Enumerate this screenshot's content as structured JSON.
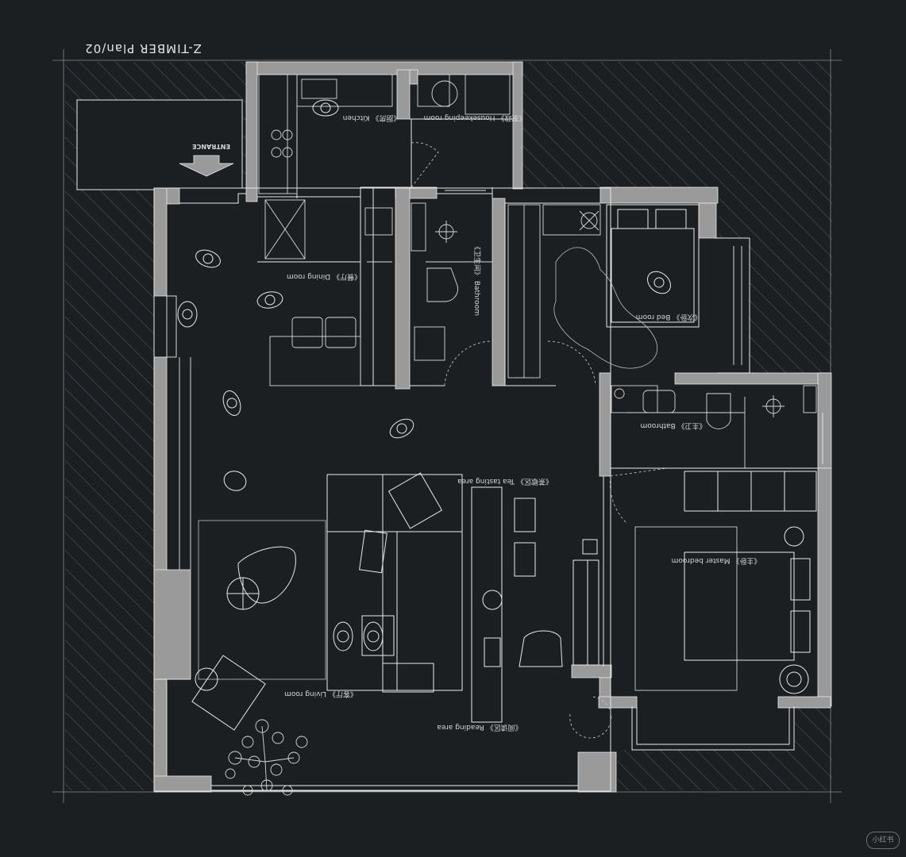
{
  "title": "Z-TIMBER   Plan/02",
  "entrance_label": "ENTRANCE",
  "rooms": {
    "kitchen": "《厨房》 Kitchen",
    "housekeeping": "《家政》 Housekeeping room",
    "dining": "《餐厅》 Dining room",
    "bathroom_public": "《卫生间》 Bathroom",
    "bed_room": "《次卧》 Bed room",
    "bathroom_master": "《主卫》 Bathroom",
    "tea": "《茶歇区》 Tea tasting area",
    "master": "《主卧》 Master bedroom",
    "living": "《客厅》 Living room",
    "reading": "《阅读区》 Reading area"
  },
  "watermark": "小红书",
  "colors": {
    "background": "#1b1f22",
    "line": "#e8e8e8",
    "wall": "#9a9a9a",
    "hatch": "#4a4f54"
  }
}
